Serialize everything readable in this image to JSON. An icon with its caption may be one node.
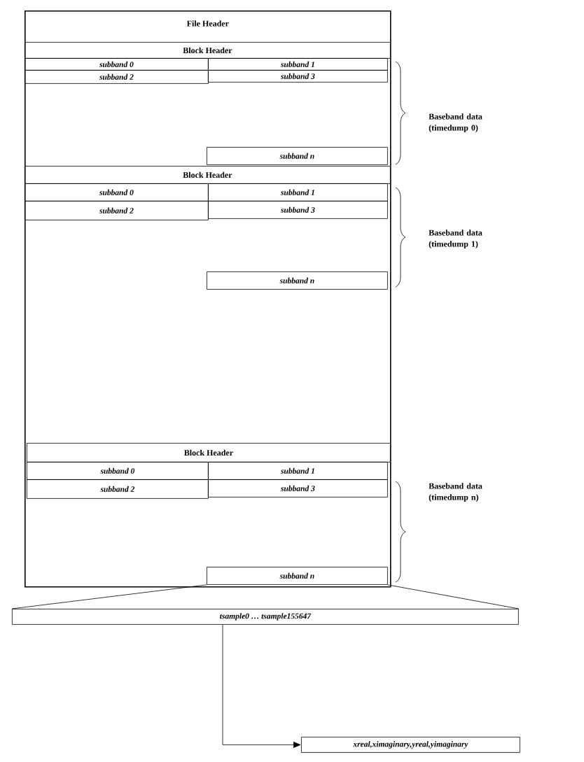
{
  "diagram": {
    "nodes": [
      {
        "text": [
          "File Header"
        ]
      },
      {
        "text": [
          "Block Header"
        ],
        "in": 0
      },
      {
        "text": [
          "subband 0"
        ],
        "in": 0
      },
      {
        "text": [
          "subband 1"
        ],
        "in": 0
      },
      {
        "text": [
          "subband 2"
        ],
        "in": 0
      },
      {
        "text": [
          "subband 3"
        ],
        "in": 0
      },
      {
        "text": [
          "subband n"
        ],
        "in": 0
      },
      {
        "text": [
          "Block Header"
        ],
        "in": 0
      },
      {
        "text": [
          "subband 0"
        ],
        "in": 0
      },
      {
        "text": [
          "subband 1"
        ],
        "in": 0
      },
      {
        "text": [
          "subband 2"
        ],
        "in": 0
      },
      {
        "text": [
          "subband 3"
        ],
        "in": 0
      },
      {
        "text": [
          "subband n"
        ],
        "in": 0
      },
      {
        "text": [
          "Block Header"
        ],
        "in": 0
      },
      {
        "text": [
          "subband 0"
        ],
        "in": 0
      },
      {
        "text": [
          "subband 1"
        ],
        "in": 0
      },
      {
        "text": [
          "subband 2"
        ],
        "in": 0
      },
      {
        "text": [
          "subband 3"
        ],
        "in": 0
      },
      {
        "text": [
          "subband n"
        ],
        "in": 0
      },
      {
        "text": [
          "tsample0 … tsample155647"
        ]
      },
      {
        "text": [
          "xreal,ximaginary,yreal,yimaginary"
        ]
      }
    ],
    "edges": [
      {
        "from": 18,
        "to": 19,
        "arrow": "none"
      },
      {
        "from": 18,
        "to": 19,
        "arrow": "none"
      },
      {
        "from": 19,
        "to": 20,
        "arrow": "to"
      }
    ],
    "labels": [
      "Baseband data (timedump 0)",
      "Baseband data (timedump 1)",
      "Baseband data (timedump n)"
    ]
  }
}
